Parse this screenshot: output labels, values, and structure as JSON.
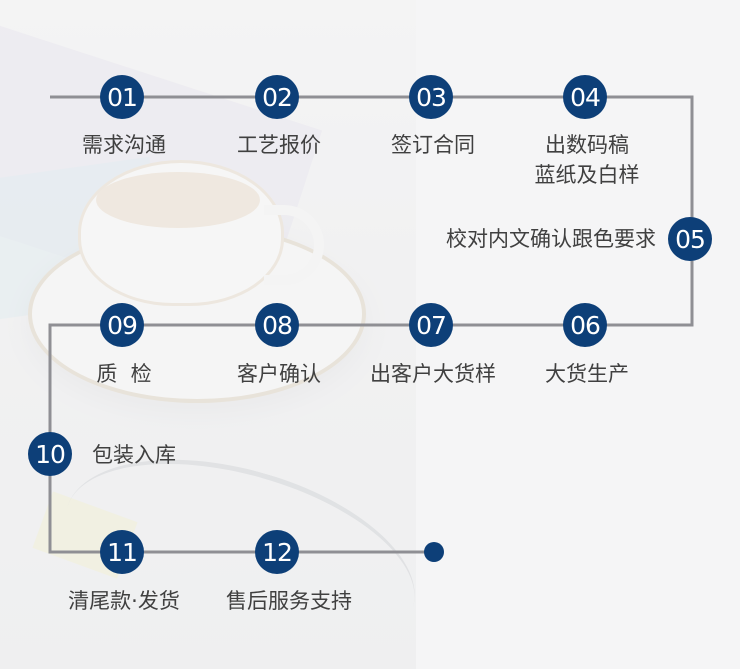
{
  "colors": {
    "accent": "#0d3f78",
    "line": "#8f8f94",
    "text": "#404040"
  },
  "steps": [
    {
      "num": "01",
      "label": "需求沟通"
    },
    {
      "num": "02",
      "label": "工艺报价"
    },
    {
      "num": "03",
      "label": "签订合同"
    },
    {
      "num": "04",
      "label_line1": "出数码稿",
      "label_line2": "蓝纸及白样"
    },
    {
      "num": "05",
      "label": "校对内文确认跟色要求"
    },
    {
      "num": "06",
      "label": "大货生产"
    },
    {
      "num": "07",
      "label": "出客户大货样"
    },
    {
      "num": "08",
      "label": "客户确认"
    },
    {
      "num": "09",
      "label": "质  检"
    },
    {
      "num": "10",
      "label": "包装入库"
    },
    {
      "num": "11",
      "label": "清尾款·发货"
    },
    {
      "num": "12",
      "label": "售后服务支持"
    }
  ]
}
